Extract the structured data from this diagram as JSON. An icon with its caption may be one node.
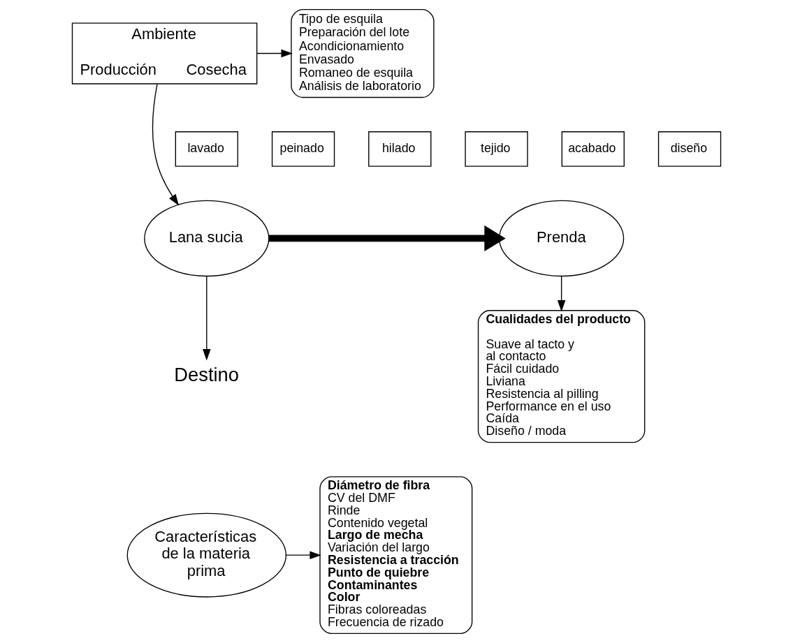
{
  "diagram": {
    "nodes": [
      {
        "text": [
          "Ambiente",
          "Producción",
          "Cosecha"
        ]
      },
      {
        "text": [
          "Tipo de esquila",
          "Preparación del lote",
          "Acondicionamiento",
          "Envasado",
          "Romaneo de esquila",
          "Análisis de laboratorio"
        ]
      },
      {
        "text": [
          "Lana sucia"
        ]
      },
      {
        "text": [
          "lavado"
        ]
      },
      {
        "text": [
          "peinado"
        ]
      },
      {
        "text": [
          "hilado"
        ]
      },
      {
        "text": [
          "tejido"
        ]
      },
      {
        "text": [
          "acabado"
        ]
      },
      {
        "text": [
          "diseño"
        ]
      },
      {
        "text": [
          "Prenda"
        ]
      },
      {
        "text": [
          "Destino"
        ]
      },
      {
        "text": [
          "Características de la materia prima"
        ]
      },
      {
        "text": [
          "Diámetro de fibra",
          "CV del DMF",
          "Rinde",
          "Contenido vegetal",
          "Largo de mecha",
          "Variación del largo",
          "Resistencia a tracción",
          "Punto de quiebre",
          "Contaminantes",
          "Color",
          "Fibras coloreadas",
          "Frecuencia de rizado"
        ]
      },
      {
        "text": [
          "Cualidades del producto",
          "Suave al tacto y al contacto",
          "Fácil cuidado",
          "Liviana",
          "Resistencia al pilling",
          "Performance en el uso",
          "Caída",
          "Diseño / moda"
        ]
      }
    ],
    "edges": [
      {
        "from": 0,
        "to": 2,
        "arrow": "to"
      },
      {
        "from": 0,
        "to": 1,
        "arrow": "to"
      },
      {
        "from": 2,
        "to": 9,
        "arrow": "to",
        "style": "thick"
      },
      {
        "from": 2,
        "to": 10,
        "arrow": "to"
      },
      {
        "from": 11,
        "to": 12,
        "arrow": "to"
      },
      {
        "from": 9,
        "to": 13,
        "arrow": "to"
      }
    ]
  }
}
